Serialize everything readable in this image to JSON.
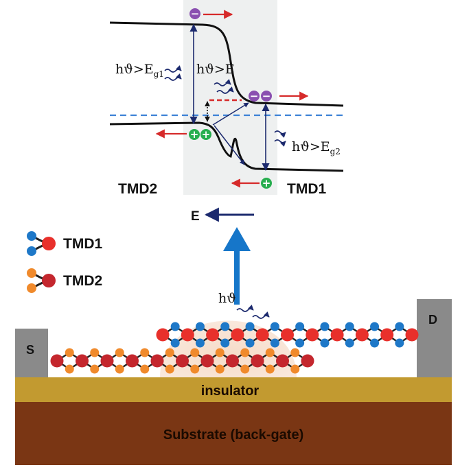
{
  "band_diagram": {
    "left_region_label": "TMD2",
    "right_region_label": "TMD1",
    "excitation_left": {
      "prefix": "hϑ>E",
      "sub": "g1"
    },
    "excitation_middle": {
      "prefix": "hϑ>E",
      "sub": ""
    },
    "excitation_right": {
      "prefix": "hϑ>E",
      "sub": "g2"
    },
    "electron_symbol": "−",
    "hole_symbol": "+"
  },
  "field": {
    "label": "E"
  },
  "legend": [
    {
      "label": "TMD1",
      "atom_metal_color": "#e8302b",
      "atom_chalcogen_color": "#1e78c8"
    },
    {
      "label": "TMD2",
      "atom_metal_color": "#c4272e",
      "atom_chalcogen_color": "#f08a2c"
    }
  ],
  "device": {
    "source_label": "S",
    "drain_label": "D",
    "light_label": "hϑ",
    "insulator_label": "insulator",
    "substrate_label": "Substrate (back-gate)"
  },
  "colors": {
    "electron": "#8a4fb0",
    "hole": "#27ae4f",
    "arrow_red": "#d62a2a",
    "arrow_navy": "#1c2a6e",
    "field_blue": "#1676c9",
    "dashed_blue": "#3d82d6",
    "insulator": "#c29a30",
    "substrate": "#7a3614",
    "contact": "#8a8a8a",
    "glow": "#f6dfcf"
  }
}
